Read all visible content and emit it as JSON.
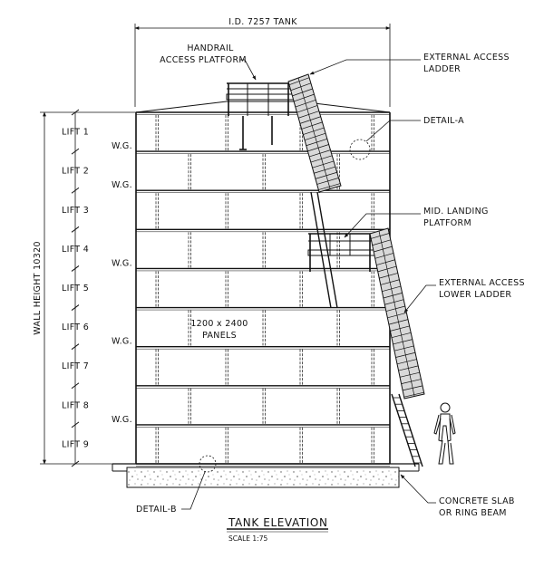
{
  "labels": {
    "tank_id": "I.D. 7257 TANK",
    "handrail": "HANDRAIL",
    "access_platform": "ACCESS PLATFORM",
    "ext_ladder_1": "EXTERNAL ACCESS",
    "ext_ladder_2": "LADDER",
    "detail_a": "DETAIL-A",
    "mid_landing_1": "MID. LANDING",
    "mid_landing_2": "PLATFORM",
    "ext_lower_1": "EXTERNAL ACCESS",
    "ext_lower_2": "LOWER LADDER",
    "panels_1": "1200 x 2400",
    "panels_2": "PANELS",
    "wall_height": "WALL HEIGHT 10320",
    "detail_b": "DETAIL-B",
    "concrete_1": "CONCRETE SLAB",
    "concrete_2": "OR RING BEAM",
    "title": "TANK ELEVATION",
    "scale": "SCALE 1:75"
  },
  "lifts": [
    "LIFT 1",
    "LIFT 2",
    "LIFT 3",
    "LIFT 4",
    "LIFT 5",
    "LIFT 6",
    "LIFT 7",
    "LIFT 8",
    "LIFT 9"
  ],
  "wg_label": "W.G.",
  "wg_after_lifts": [
    1,
    2,
    4,
    6,
    8
  ]
}
